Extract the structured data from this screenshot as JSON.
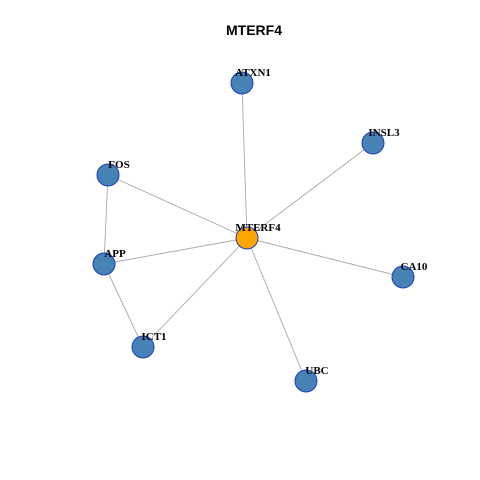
{
  "title": "MTERF4",
  "colors": {
    "background": "#ffffff",
    "center_node_fill": "#ffa500",
    "node_fill": "#4682b4",
    "node_stroke": "#1f3fbf",
    "edge": "#a8a8a8"
  },
  "graph": {
    "nodes": [
      {
        "id": "MTERF4",
        "label": "MTERF4",
        "role": "center"
      },
      {
        "id": "ATXN1",
        "label": "ATXN1",
        "role": "neighbor"
      },
      {
        "id": "INSL3",
        "label": "INSL3",
        "role": "neighbor"
      },
      {
        "id": "FOS",
        "label": "FOS",
        "role": "neighbor"
      },
      {
        "id": "APP",
        "label": "APP",
        "role": "neighbor"
      },
      {
        "id": "CA10",
        "label": "CA10",
        "role": "neighbor"
      },
      {
        "id": "ICT1",
        "label": "ICT1",
        "role": "neighbor"
      },
      {
        "id": "UBC",
        "label": "UBC",
        "role": "neighbor"
      }
    ],
    "edges": [
      {
        "source": "MTERF4",
        "target": "ATXN1"
      },
      {
        "source": "MTERF4",
        "target": "INSL3"
      },
      {
        "source": "MTERF4",
        "target": "FOS"
      },
      {
        "source": "MTERF4",
        "target": "APP"
      },
      {
        "source": "MTERF4",
        "target": "CA10"
      },
      {
        "source": "MTERF4",
        "target": "ICT1"
      },
      {
        "source": "MTERF4",
        "target": "UBC"
      },
      {
        "source": "FOS",
        "target": "APP"
      },
      {
        "source": "APP",
        "target": "ICT1"
      }
    ]
  }
}
